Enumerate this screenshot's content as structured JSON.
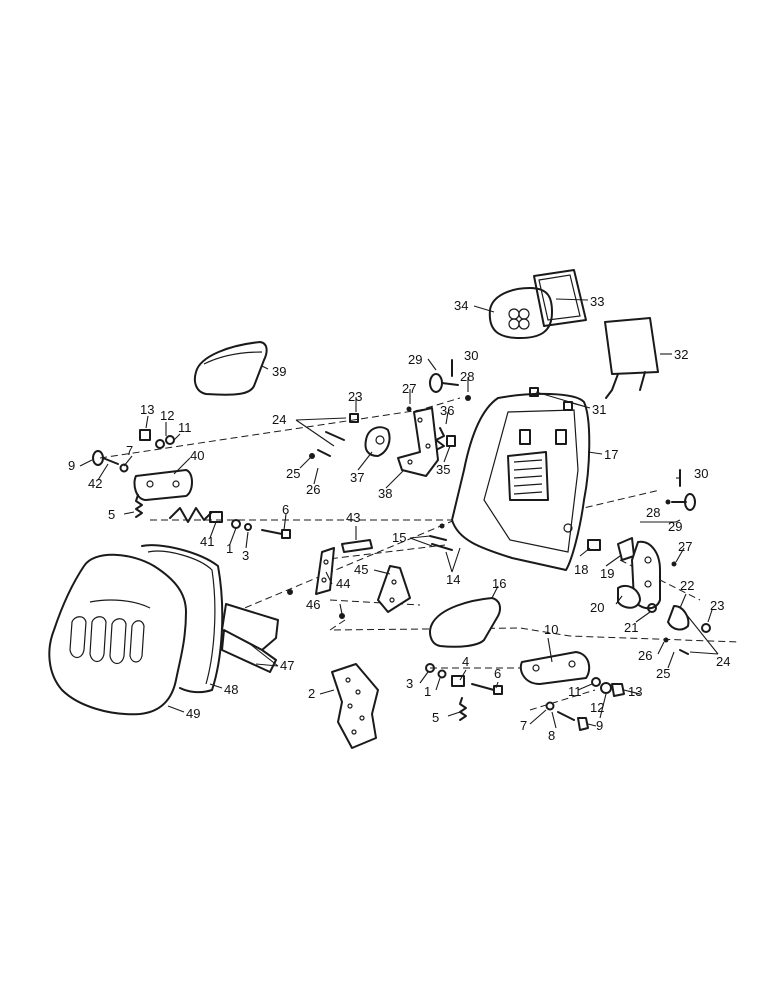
{
  "callouts": [
    "1",
    "1",
    "2",
    "3",
    "3",
    "4",
    "5",
    "5",
    "6",
    "6",
    "7",
    "7",
    "8",
    "9",
    "9",
    "10",
    "11",
    "11",
    "12",
    "12",
    "13",
    "13",
    "14",
    "15",
    "16",
    "17",
    "18",
    "19",
    "20",
    "21",
    "22",
    "23",
    "23",
    "24",
    "24",
    "25",
    "25",
    "26",
    "26",
    "27",
    "27",
    "28",
    "28",
    "29",
    "29",
    "30",
    "30",
    "31",
    "32",
    "33",
    "34",
    "35",
    "36",
    "37",
    "38",
    "39",
    "40",
    "41",
    "42",
    "43",
    "44",
    "45",
    "46",
    "47",
    "48",
    "49"
  ]
}
